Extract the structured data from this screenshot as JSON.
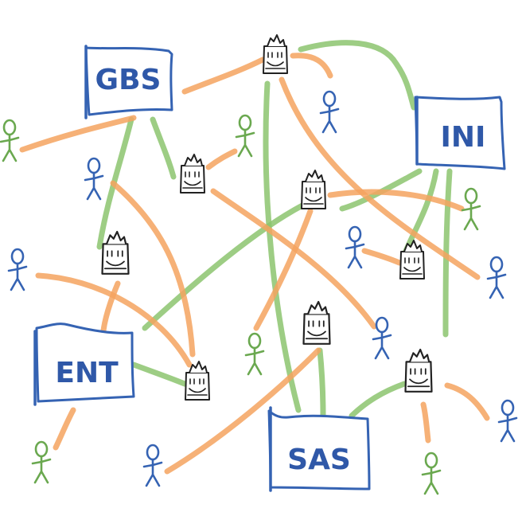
{
  "title": "",
  "colors": {
    "org_box": "#3563b3",
    "org_label": "#2f58a8",
    "green_link": "#8cc46e",
    "orange_link": "#f4a35f",
    "blue_person": "#3563b3",
    "green_person": "#6aa84f",
    "server_outline": "#222222"
  },
  "organizations": [
    {
      "id": "gbs",
      "label": "GBS"
    },
    {
      "id": "ini",
      "label": "INI"
    },
    {
      "id": "ent",
      "label": "ENT"
    },
    {
      "id": "sas",
      "label": "SAS"
    }
  ],
  "servers": [
    {
      "id": "s1",
      "icon": "server-face-icon"
    },
    {
      "id": "s2",
      "icon": "server-face-icon"
    },
    {
      "id": "s3",
      "icon": "server-face-icon"
    },
    {
      "id": "s4",
      "icon": "server-face-icon"
    },
    {
      "id": "s5",
      "icon": "server-face-icon"
    },
    {
      "id": "s6",
      "icon": "server-face-icon"
    },
    {
      "id": "s7",
      "icon": "server-face-icon"
    },
    {
      "id": "s8",
      "icon": "server-face-icon"
    }
  ],
  "people": [
    {
      "id": "p1",
      "color": "green"
    },
    {
      "id": "p2",
      "color": "blue"
    },
    {
      "id": "p3",
      "color": "green"
    },
    {
      "id": "p4",
      "color": "blue"
    },
    {
      "id": "p5",
      "color": "green"
    },
    {
      "id": "p6",
      "color": "blue"
    },
    {
      "id": "p7",
      "color": "blue"
    },
    {
      "id": "p8",
      "color": "blue"
    },
    {
      "id": "p9",
      "color": "green"
    },
    {
      "id": "p10",
      "color": "blue"
    },
    {
      "id": "p11",
      "color": "green"
    },
    {
      "id": "p12",
      "color": "blue"
    },
    {
      "id": "p13",
      "color": "blue"
    },
    {
      "id": "p14",
      "color": "green"
    }
  ]
}
